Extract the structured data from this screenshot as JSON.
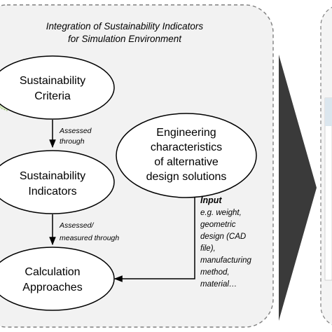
{
  "panel": {
    "title_line1": "Integration of Sustainability Indicators",
    "title_line2": "for Simulation Environment"
  },
  "nodes": {
    "criteria": {
      "line1": "Sustainability",
      "line2": "Criteria"
    },
    "indicators": {
      "line1": "Sustainability",
      "line2": "Indicators"
    },
    "calculation": {
      "line1": "Calculation",
      "line2": "Approaches"
    },
    "engineering": {
      "line1": "Engineering",
      "line2": "characteristics",
      "line3": "of alternative",
      "line4": "design solutions"
    }
  },
  "edges": {
    "assessed_through": {
      "line1": "Assessed",
      "line2": "through"
    },
    "assessed_measured": {
      "line1": "Assessed/",
      "line2": "measured through"
    }
  },
  "input_note": {
    "heading": "Input",
    "lines": [
      "e.g. weight,",
      "geometric",
      "design (CAD",
      "file),",
      "manufacturing",
      "method,",
      "material…"
    ]
  },
  "colors": {
    "panel_fill": "#f2f2f2",
    "panel_border": "#7f7f7f",
    "big_arrow": "#3a3a3a",
    "leaf_fill": "#d8ecc4",
    "right_panel_fill": "#f4f4f4",
    "right_panel_accent": "#dbe6ee"
  }
}
